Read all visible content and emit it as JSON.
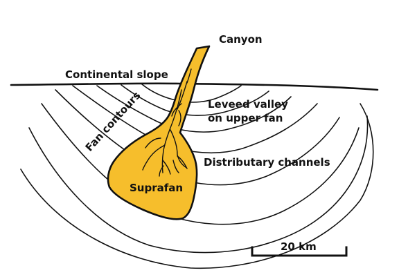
{
  "labels": {
    "canyon": "Canyon",
    "continental_slope": "Continental slope",
    "leveed_valley_line1": "Leveed valley",
    "leveed_valley_line2": "on upper fan",
    "fan_contours": "Fan contours",
    "distributary_channels": "Distributary channels",
    "suprafan": "Suprafan",
    "scale_bar": "20 km"
  },
  "colors": {
    "fan_fill": "#F6BE2C",
    "line": "#111111",
    "background": "#FFFFFF"
  }
}
